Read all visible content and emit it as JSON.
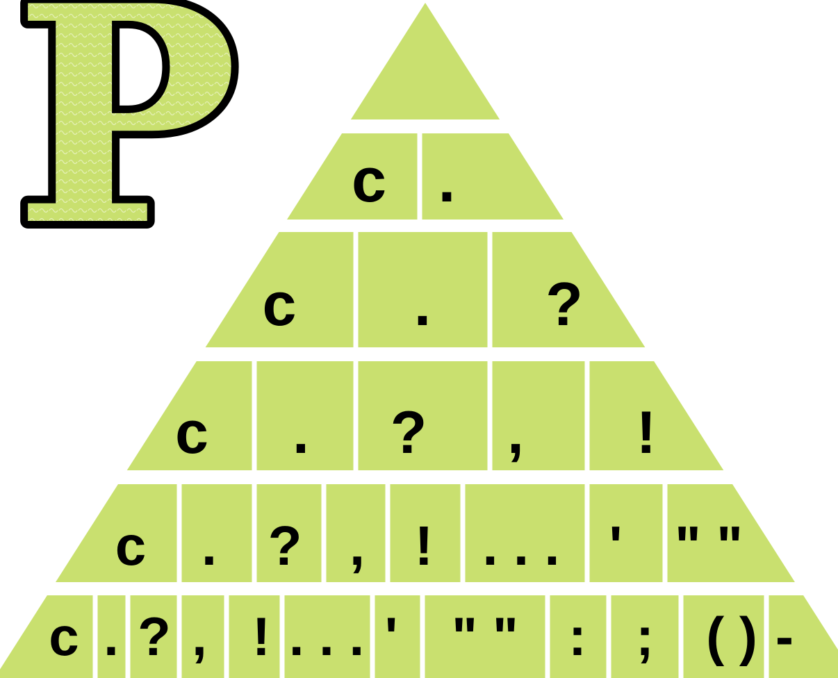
{
  "logo": {
    "letter": "P",
    "fill_color": "#c9e06f",
    "outline_color": "#000000"
  },
  "pyramid": {
    "fill_color": "#c9e06f",
    "divider_color": "#ffffff",
    "rows": [
      {
        "cells": [
          ""
        ]
      },
      {
        "cells": [
          "c",
          "."
        ]
      },
      {
        "cells": [
          "c",
          ".",
          "?"
        ]
      },
      {
        "cells": [
          "c",
          ".",
          "?",
          ",",
          "!"
        ]
      },
      {
        "cells": [
          "c",
          ".",
          "?",
          ",",
          "!",
          ". . .",
          "'",
          "\" \""
        ]
      },
      {
        "cells": [
          "c",
          ".",
          "?",
          ",",
          "!",
          ". . .",
          "'",
          "\" \"",
          ":",
          ";",
          "( )",
          "-"
        ]
      }
    ]
  }
}
